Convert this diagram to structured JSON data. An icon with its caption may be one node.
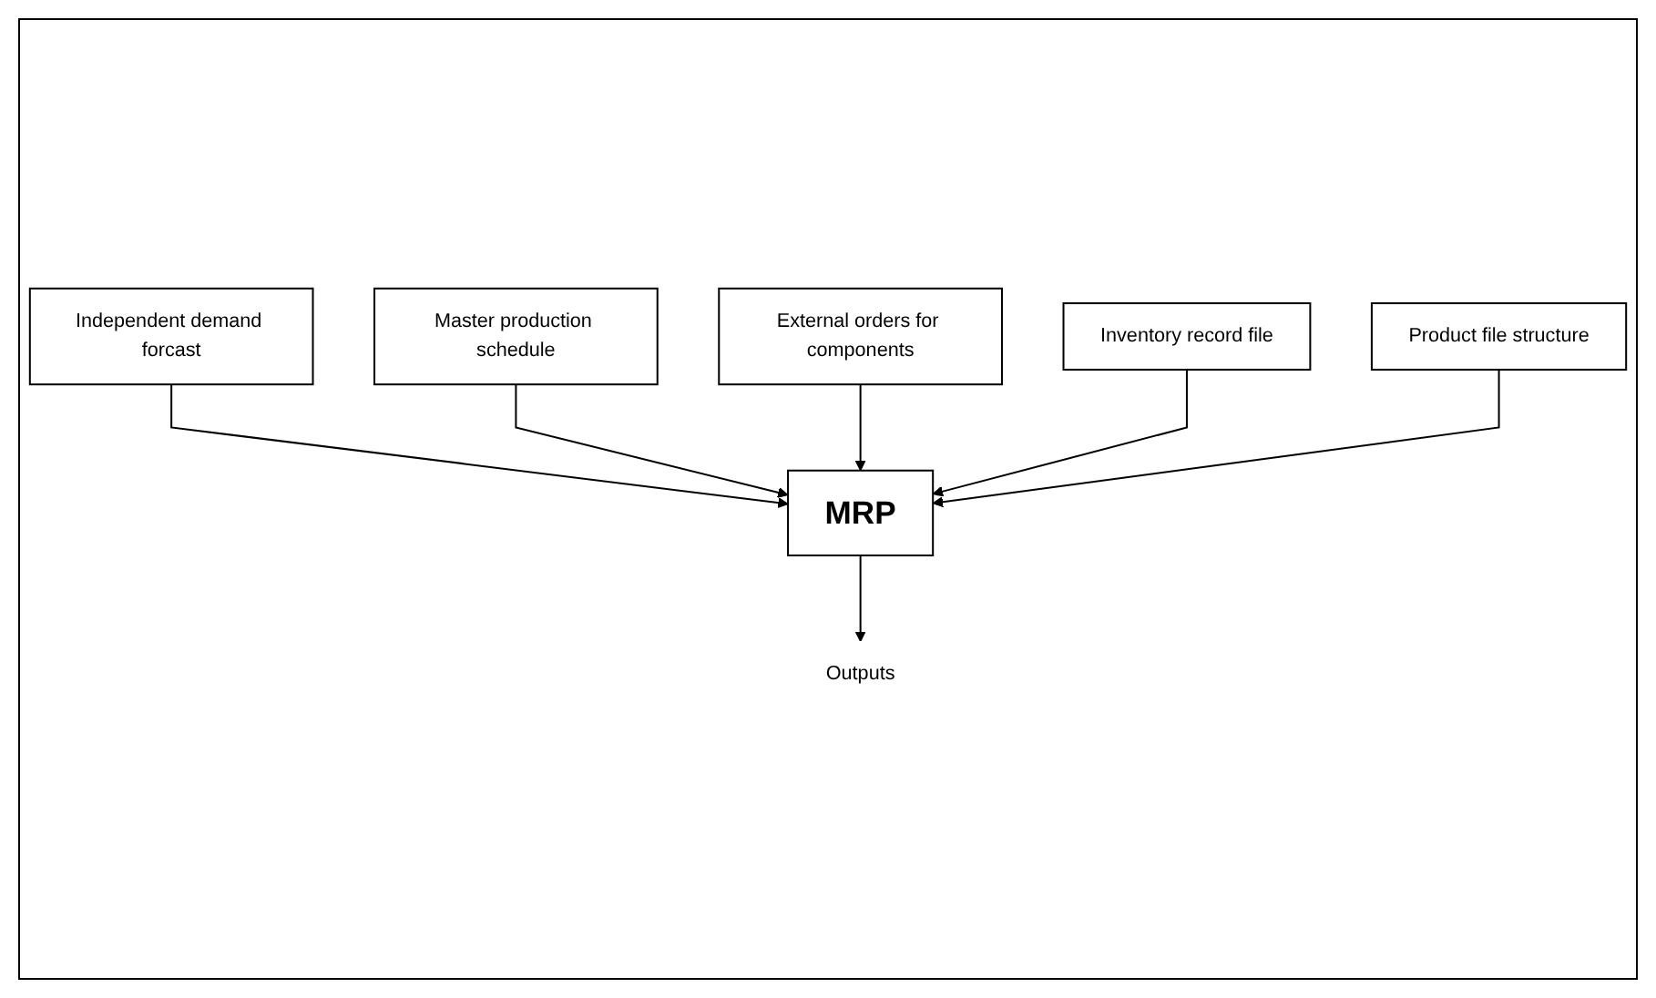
{
  "diagram": {
    "nodes": [
      {
        "text": [
          "Independent demand forcast"
        ]
      },
      {
        "text": [
          "Master production schedule"
        ]
      },
      {
        "text": [
          "External orders for components"
        ]
      },
      {
        "text": [
          "Inventory record file"
        ]
      },
      {
        "text": [
          "MRP"
        ]
      },
      {
        "text": [
          "Product file structure"
        ]
      },
      {
        "text": [
          "Outputs"
        ]
      }
    ],
    "edges": [
      {
        "from": 0,
        "to": 4,
        "arrow": "to"
      },
      {
        "from": 1,
        "to": 4,
        "arrow": "to"
      },
      {
        "from": 2,
        "to": 4,
        "arrow": "to"
      },
      {
        "from": 3,
        "to": 4,
        "arrow": "to"
      },
      {
        "from": 5,
        "to": 4,
        "arrow": "to"
      },
      {
        "from": 4,
        "to": 6,
        "arrow": "to"
      }
    ]
  }
}
